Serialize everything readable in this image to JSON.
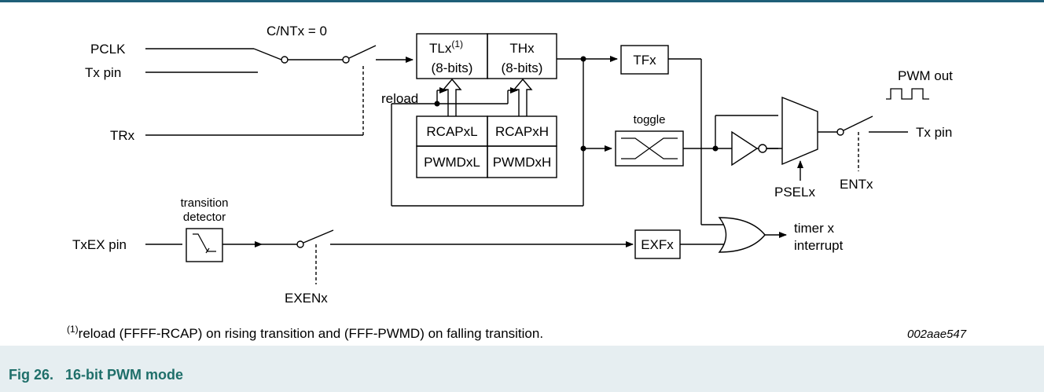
{
  "caption": "Fig 26.   16-bit PWM mode",
  "figure_id": "002aae547",
  "footnote": {
    "sup": "(1)",
    "text": "reload (FFFF-RCAP) on rising transition and (FFF-PWMD) on falling transition."
  },
  "labels": {
    "pclk": "PCLK",
    "tx_pin_in": "Tx pin",
    "trx": "TRx",
    "cntx": "C/NTx = 0",
    "reload": "reload",
    "txex_pin": "TxEX pin",
    "transition": "transition",
    "detector": "detector",
    "exenx": "EXENx",
    "toggle": "toggle",
    "pwm_out": "PWM out",
    "tx_pin_out": "Tx pin",
    "pselx": "PSELx",
    "entx": "ENTx",
    "timer_x": "timer x",
    "interrupt": "interrupt"
  },
  "blocks": {
    "tlx": "TLx",
    "tlx_sup": "(1)",
    "tlx_bits": "(8-bits)",
    "thx": "THx",
    "thx_bits": "(8-bits)",
    "rcapxl": "RCAPxL",
    "rcapxh": "RCAPxH",
    "pwmdxl": "PWMDxL",
    "pwmdxh": "PWMDxH",
    "tfx": "TFx",
    "exfx": "EXFx"
  }
}
